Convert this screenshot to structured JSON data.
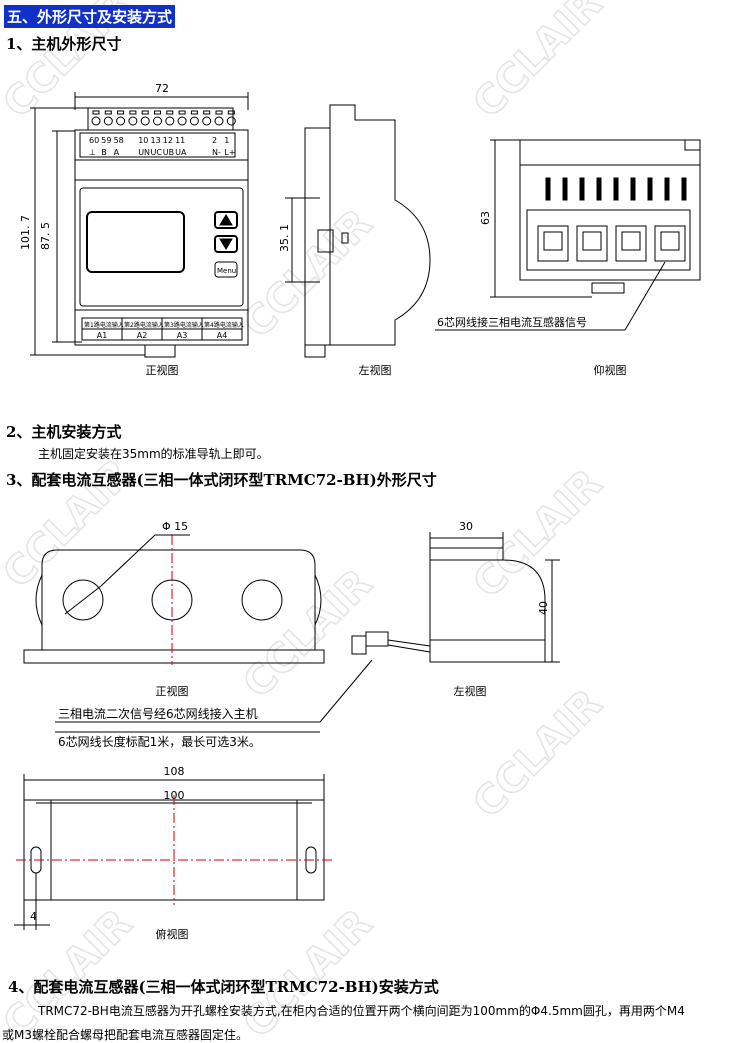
{
  "section_title": "五、外形尺寸及安装方式",
  "s1": {
    "heading": "1、主机外形尺寸",
    "front": {
      "width": "72",
      "height_outer": "101. 7",
      "height_inner": "87. 5",
      "terminal_top_numbers": [
        "60",
        "59",
        "58",
        "",
        "10",
        "13",
        "12",
        "11",
        "",
        "",
        "2",
        "1"
      ],
      "terminal_top_labels": [
        "⊥",
        "B",
        "A",
        "",
        "UN",
        "UC",
        "UB",
        "UA",
        "",
        "",
        "N-",
        "L+"
      ],
      "bottom_inputs": [
        "第1路电流输入",
        "第2路电流输入",
        "第3路电流输入",
        "第4路电流输入"
      ],
      "bottom_labels": [
        "A1",
        "A2",
        "A3",
        "A4"
      ],
      "button_menu": "Menu",
      "caption": "正视图"
    },
    "left": {
      "dim": "35. 1",
      "caption": "左视图"
    },
    "bottom": {
      "dim": "63",
      "note": "6芯网线接三相电流互感器信号",
      "caption": "仰视图"
    }
  },
  "s2": {
    "heading": "2、主机安装方式",
    "text": "主机固定安装在35mm的标准导轨上即可。"
  },
  "s3": {
    "heading": "3、配套电流互感器(三相一体式闭环型TRMC72-BH)外形尺寸",
    "front": {
      "dim": "Φ 15",
      "caption": "正视图"
    },
    "side": {
      "width": "30",
      "height": "40",
      "caption": "左视图"
    },
    "note1": "三相电流二次信号经6芯网线接入主机",
    "note2": "6芯网线长度标配1米，最长可选3米。",
    "top": {
      "outer": "108",
      "inner": "100",
      "edge": "4",
      "caption": "俯视图"
    }
  },
  "s4": {
    "heading": "4、配套电流互感器(三相一体式闭环型TRMC72-BH)安装方式",
    "line1": "TRMC72-BH电流互感器为开孔螺栓安装方式,在柜内合适的位置开两个横向间距为100mm的Φ4.5mm圆孔，再用两个M4",
    "line2": "或M3螺栓配合螺母把配套电流互感器固定住。"
  },
  "watermark": "CCLAIR"
}
